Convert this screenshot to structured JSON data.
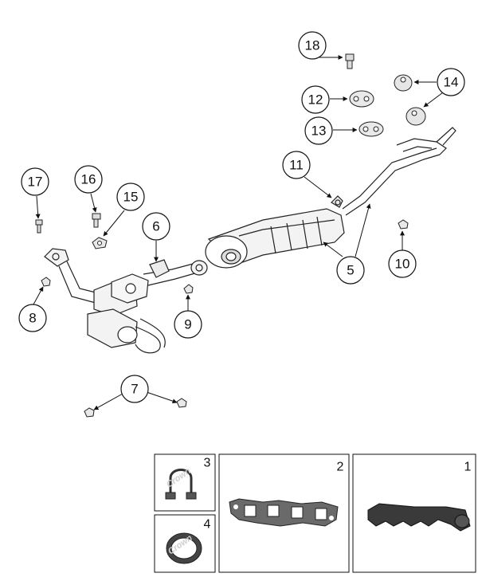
{
  "diagram": {
    "callouts": {
      "c1": "1",
      "c2": "2",
      "c3": "3",
      "c4": "4",
      "c5": "5",
      "c6": "6",
      "c7": "7",
      "c8": "8",
      "c9": "9",
      "c10": "10",
      "c11": "11",
      "c12": "12",
      "c13": "13",
      "c14": "14",
      "c15": "15",
      "c16": "16",
      "c17": "17",
      "c18": "18"
    },
    "watermark": "Crown",
    "colors": {
      "line": "#222222",
      "part_fill": "#f2f2f2",
      "dark_part": "#3a3a3a"
    }
  }
}
